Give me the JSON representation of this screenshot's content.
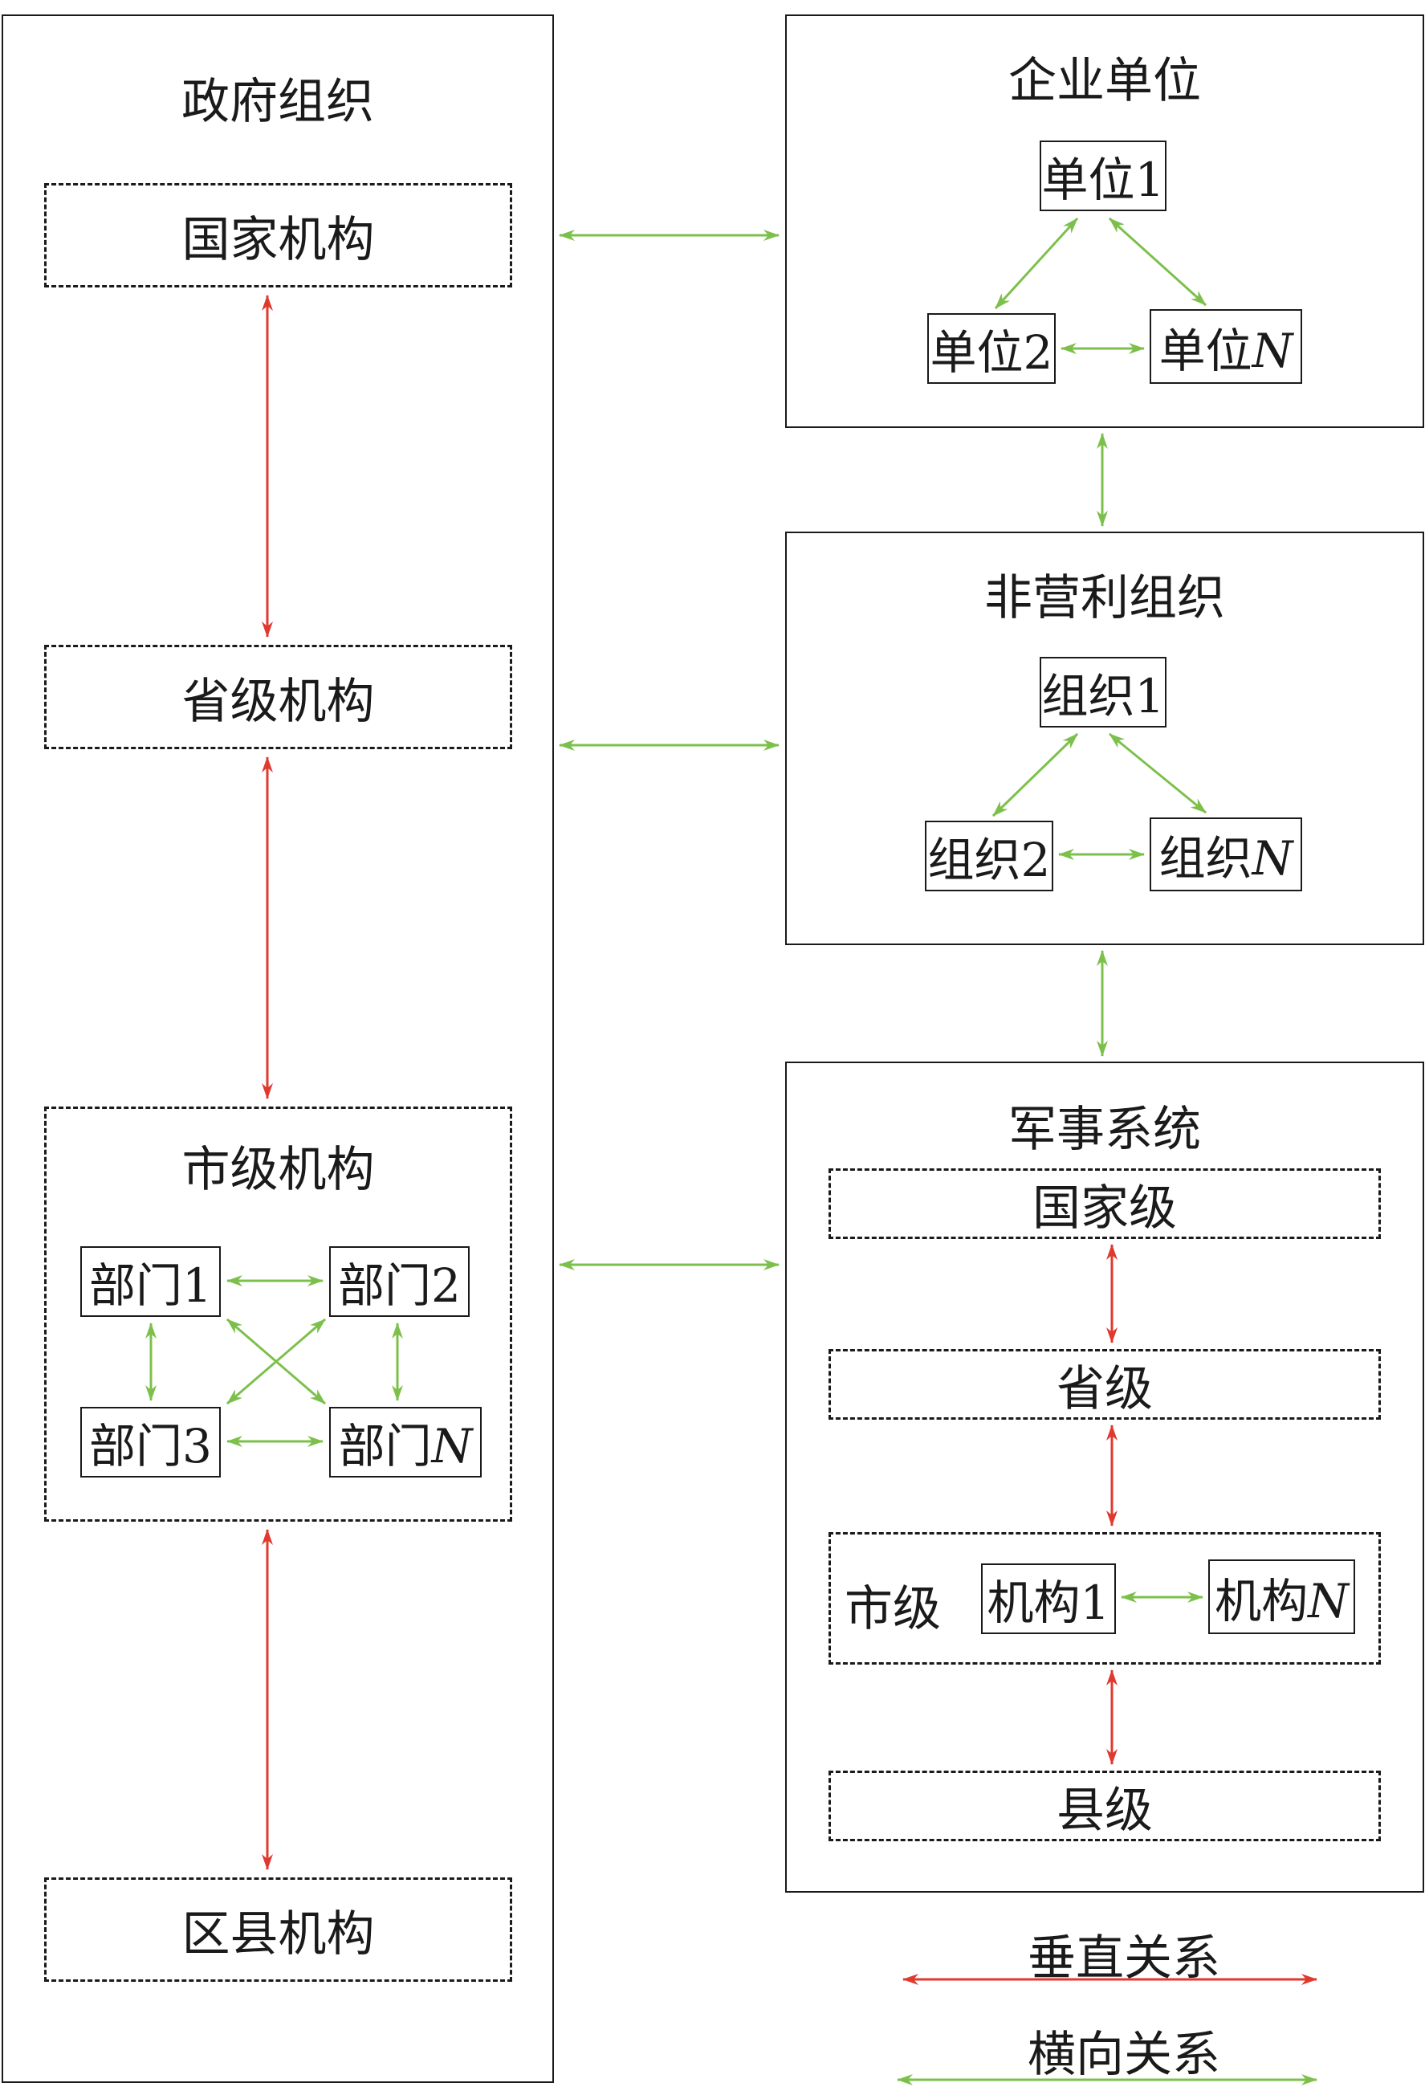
{
  "colors": {
    "vertical": "#e03a2f",
    "horizontal": "#7cc04b",
    "line": "#1a1a1a"
  },
  "government": {
    "title": "政府组织",
    "national": "国家机构",
    "provincial": "省级机构",
    "city": {
      "title": "市级机构",
      "dept1": "部门1",
      "dept2": "部门2",
      "dept3": "部门3",
      "deptN_prefix": "部门",
      "deptN_suffix": "N"
    },
    "county": "区县机构"
  },
  "enterprise": {
    "title": "企业单位",
    "unit1": "单位1",
    "unit2": "单位2",
    "unitN_prefix": "单位",
    "unitN_suffix": "N"
  },
  "nonprofit": {
    "title": "非营利组织",
    "org1": "组织1",
    "org2": "组织2",
    "orgN_prefix": "组织",
    "orgN_suffix": "N"
  },
  "military": {
    "title": "军事系统",
    "national": "国家级",
    "provincial": "省级",
    "city": {
      "title": "市级",
      "inst1": "机构1",
      "instN_prefix": "机构",
      "instN_suffix": "N"
    },
    "county": "县级"
  },
  "legend": {
    "vertical": "垂直关系",
    "horizontal": "横向关系"
  }
}
